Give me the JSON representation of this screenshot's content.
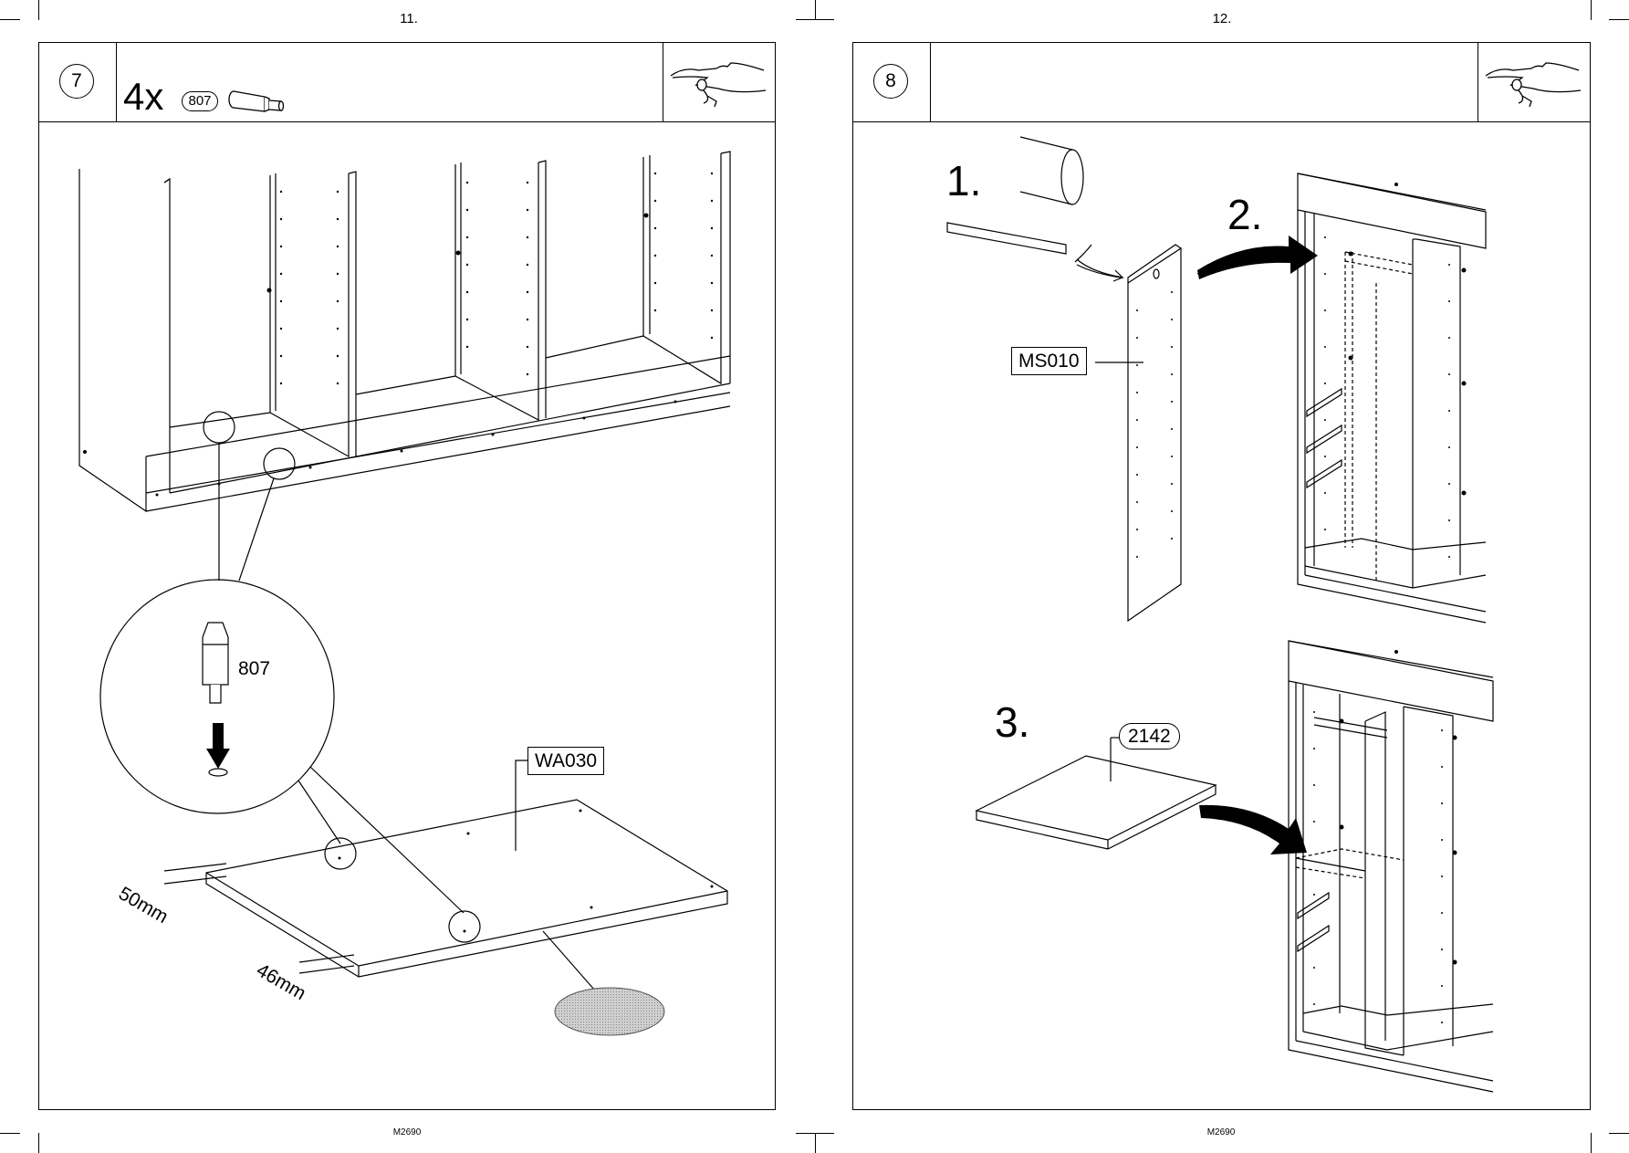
{
  "pages": [
    {
      "page_number": "11.",
      "footer_code": "M2690",
      "step": "7",
      "quantity": "4x",
      "part_code": "807",
      "labels": {
        "part_callout": "807",
        "panel_code": "WA030",
        "dimension_top": "50mm",
        "dimension_bottom": "46mm"
      }
    },
    {
      "page_number": "12.",
      "footer_code": "M2690",
      "step": "8",
      "substeps": [
        "1.",
        "2.",
        "3."
      ],
      "labels": {
        "panel_code": "MS010",
        "shelf_code": "2142"
      }
    }
  ]
}
